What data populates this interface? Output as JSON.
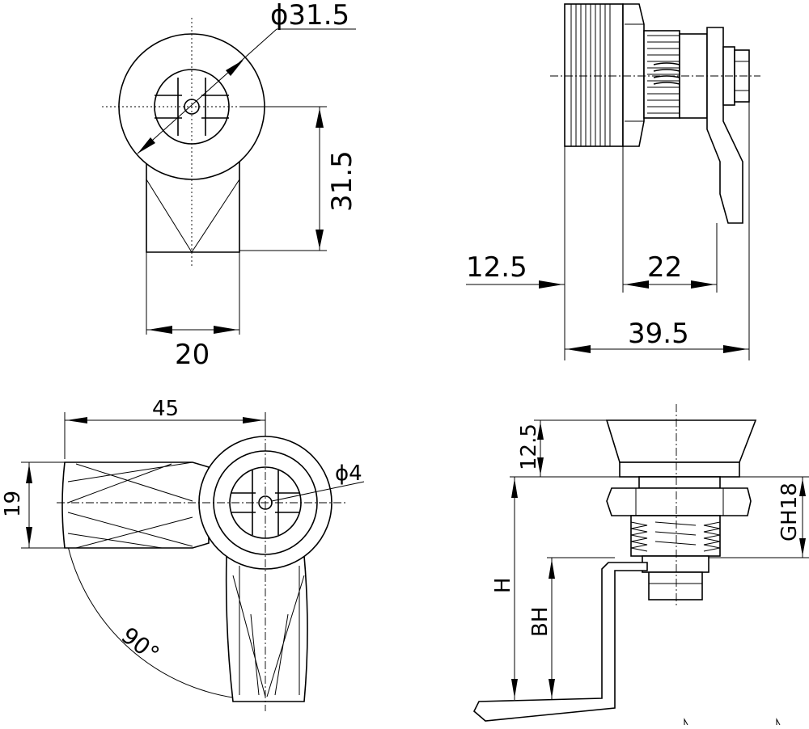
{
  "dimensions": {
    "front_diameter": "ϕ31.5",
    "front_height": "31.5",
    "front_width": "20",
    "side_flange": "12.5",
    "side_body": "22",
    "side_total": "39.5",
    "top_length": "45",
    "top_width": "19",
    "key_hole": "ϕ4",
    "rotation_angle": "90°",
    "install_flange": "12.5",
    "thread_spec": "GH18",
    "total_height": "H",
    "bottom_height": "BH"
  }
}
